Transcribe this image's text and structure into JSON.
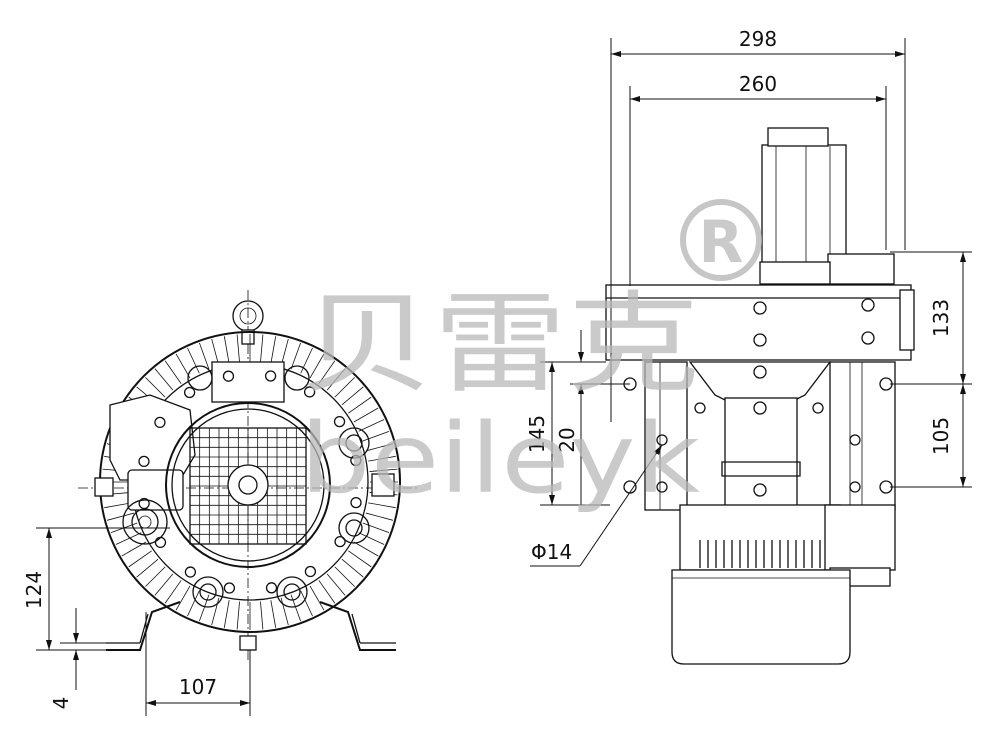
{
  "dimensions": {
    "overall_width": "298",
    "body_width": "260",
    "top_height": "133",
    "lower_height": "105",
    "mount_height": "145",
    "offset": "20",
    "hole_diameter": "Φ14",
    "center_height": "124",
    "foot_thickness": "4",
    "half_foot_span": "107"
  },
  "watermark": {
    "brand_cn": "贝雷克",
    "brand_en": "beileyk",
    "registered_mark": "®"
  },
  "colors": {
    "line": "#111111",
    "watermark": "#b8b8b8",
    "background": "#ffffff"
  }
}
